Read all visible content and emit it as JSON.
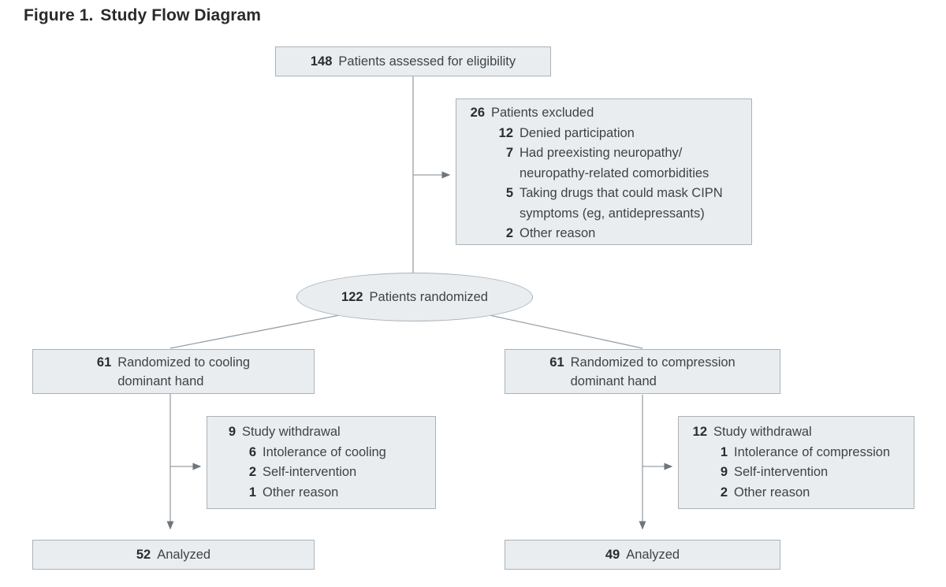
{
  "title": {
    "label": "Figure 1.",
    "text": "Study Flow Diagram"
  },
  "colors": {
    "box_fill": "#e9edf0",
    "box_border": "#a9b3ba",
    "connector": "#97a0a6",
    "arrowhead": "#6e767c",
    "text": "#3e4347",
    "number": "#2a2d30",
    "title": "#282a2c"
  },
  "nodes": {
    "assessed": {
      "num": "148",
      "label": "Patients assessed for eligibility"
    },
    "excluded": {
      "items": [
        {
          "num": "26",
          "lines": [
            "Patients excluded"
          ]
        },
        {
          "num": "12",
          "lines": [
            "Denied participation"
          ]
        },
        {
          "num": "7",
          "lines": [
            "Had preexisting neuropathy/",
            "neuropathy-related comorbidities"
          ]
        },
        {
          "num": "5",
          "lines": [
            "Taking drugs that could mask CIPN",
            "symptoms (eg, antidepressants)"
          ]
        },
        {
          "num": "2",
          "lines": [
            "Other reason"
          ]
        }
      ]
    },
    "randomized": {
      "num": "122",
      "label": "Patients randomized"
    },
    "cooling_arm": {
      "num": "61",
      "lines": [
        "Randomized to cooling",
        "dominant hand"
      ]
    },
    "compression_arm": {
      "num": "61",
      "lines": [
        "Randomized to compression",
        "dominant hand"
      ]
    },
    "cooling_withdrawal": {
      "items": [
        {
          "num": "9",
          "lines": [
            "Study withdrawal"
          ]
        },
        {
          "num": "6",
          "lines": [
            "Intolerance of cooling"
          ]
        },
        {
          "num": "2",
          "lines": [
            "Self-intervention"
          ]
        },
        {
          "num": "1",
          "lines": [
            "Other reason"
          ]
        }
      ]
    },
    "compression_withdrawal": {
      "items": [
        {
          "num": "12",
          "lines": [
            "Study withdrawal"
          ]
        },
        {
          "num": "1",
          "lines": [
            "Intolerance of compression"
          ]
        },
        {
          "num": "9",
          "lines": [
            "Self-intervention"
          ]
        },
        {
          "num": "2",
          "lines": [
            "Other reason"
          ]
        }
      ]
    },
    "cooling_analyzed": {
      "num": "52",
      "label": "Analyzed"
    },
    "compression_analyzed": {
      "num": "49",
      "label": "Analyzed"
    }
  }
}
